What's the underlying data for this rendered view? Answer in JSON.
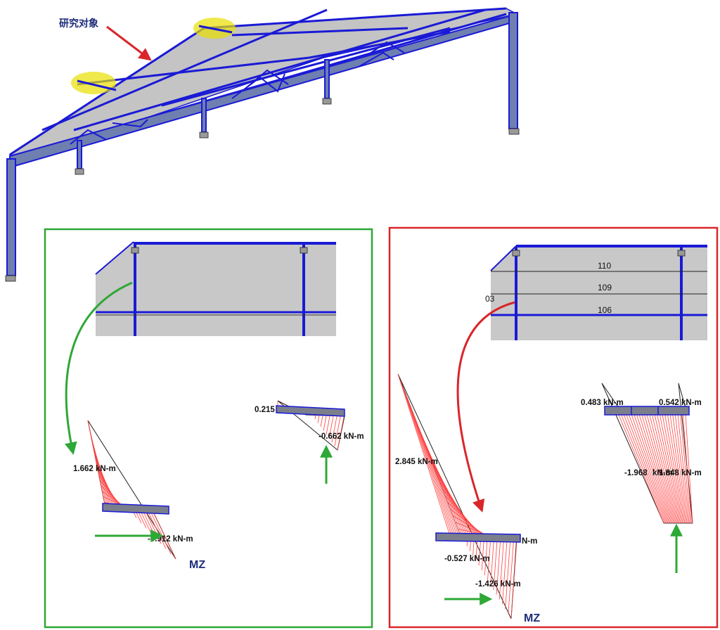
{
  "overview": {
    "label": "研究对象"
  },
  "left_panel": {
    "border_color": "#2ea836",
    "top_value": "1.662 kN-m",
    "bottom_value": "-0.912 kN-m",
    "right_top_value": "0.215",
    "right_bottom_value": "-0.662 kN-m",
    "axis_label": "MZ"
  },
  "right_panel": {
    "border_color": "#d9262a",
    "beam_labels": [
      "110",
      "109",
      "106"
    ],
    "partial_label": "03",
    "left_top_value": "2.845 kN-m",
    "left_mid_partial": "N-m",
    "left_mid_value": "-0.527 kN-m",
    "left_bottom_value": "-1.426 kN-m",
    "right_left_value": "0.483 kN-m",
    "right_right_value": "0.542 kN-m",
    "right_overlap_a": "-1.968",
    "right_overlap_b": "kN-m",
    "right_overlap_c": "1.848 kN-m",
    "axis_label": "MZ"
  },
  "colors": {
    "structure_blue": "#1a1ad6",
    "roof_gray": "#c4c4c4",
    "moment_red": "#ff4040",
    "arrow_green": "#2ea836",
    "arrow_red": "#d9262a",
    "highlight_yellow": "#e8e000"
  }
}
